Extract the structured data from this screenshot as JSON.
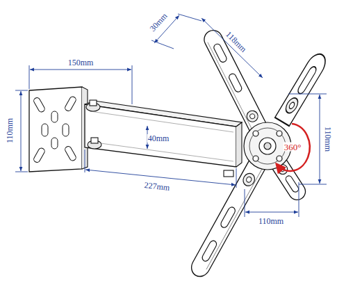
{
  "diagram": {
    "labels": [
      "30mm",
      "118mm",
      "150mm",
      "110mm",
      "40mm",
      "227mm",
      "110mm",
      "360°",
      "110mm"
    ]
  }
}
